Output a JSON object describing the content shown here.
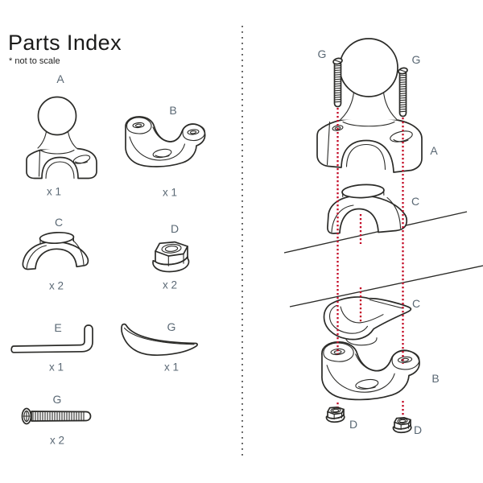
{
  "title": "Parts Index",
  "note": "* not to scale",
  "colors": {
    "accent_red": "#c40a26",
    "label_blue_gray": "#5a6874",
    "line": "#2b2b28"
  },
  "parts": {
    "a": {
      "label": "A",
      "qty": "x 1"
    },
    "b": {
      "label": "B",
      "qty": "x 1"
    },
    "c": {
      "label": "C",
      "qty": "x 2"
    },
    "d": {
      "label": "D",
      "qty": "x 2"
    },
    "e": {
      "label": "E",
      "qty": "x 1"
    },
    "g_strip": {
      "label": "G",
      "qty": "x 1"
    },
    "g_screw": {
      "label": "G",
      "qty": "x 2"
    }
  },
  "assembly": {
    "screw_left": "G",
    "screw_right": "G",
    "ball_mount": "A",
    "saddle_top": "C",
    "saddle_bottom": "C",
    "base": "B",
    "nut_left": "D",
    "nut_right": "D"
  }
}
